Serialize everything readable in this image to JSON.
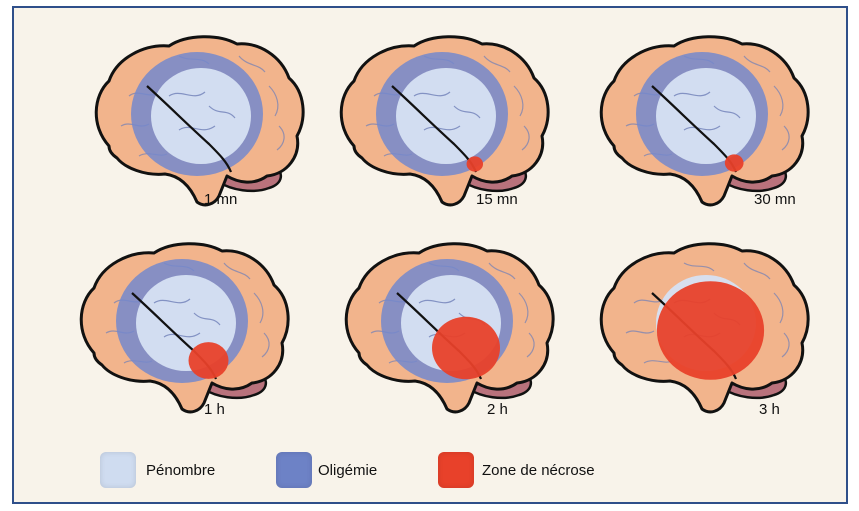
{
  "panels": [
    {
      "id": "p1",
      "label": "1 mn",
      "necrosis": 0.0,
      "oligemia_remaining": 1.0
    },
    {
      "id": "p2",
      "label": "15 mn",
      "necrosis": 0.04,
      "oligemia_remaining": 1.0
    },
    {
      "id": "p3",
      "label": "30 mn",
      "necrosis": 0.06,
      "oligemia_remaining": 1.0
    },
    {
      "id": "p4",
      "label": "1 h",
      "necrosis": 0.25,
      "oligemia_remaining": 1.0
    },
    {
      "id": "p5",
      "label": "2 h",
      "necrosis": 0.5,
      "oligemia_remaining": 1.0
    },
    {
      "id": "p6",
      "label": "3 h",
      "necrosis": 0.85,
      "oligemia_remaining": 0.6
    }
  ],
  "legend": [
    {
      "label": "Pénombre",
      "color": "#cfdcf0"
    },
    {
      "label": "Oligémie",
      "color": "#6d82c6"
    },
    {
      "label": "Zone de nécrose",
      "color": "#e8412a"
    }
  ],
  "colors": {
    "brain": "#f2b48c",
    "brain_outline": "#111111",
    "penumbra": "#d6e2f3",
    "oligemia": "#7488cc",
    "necrosis": "#e8412a",
    "cerebellum": "#b9727c",
    "frame": "#2f4f8a"
  }
}
